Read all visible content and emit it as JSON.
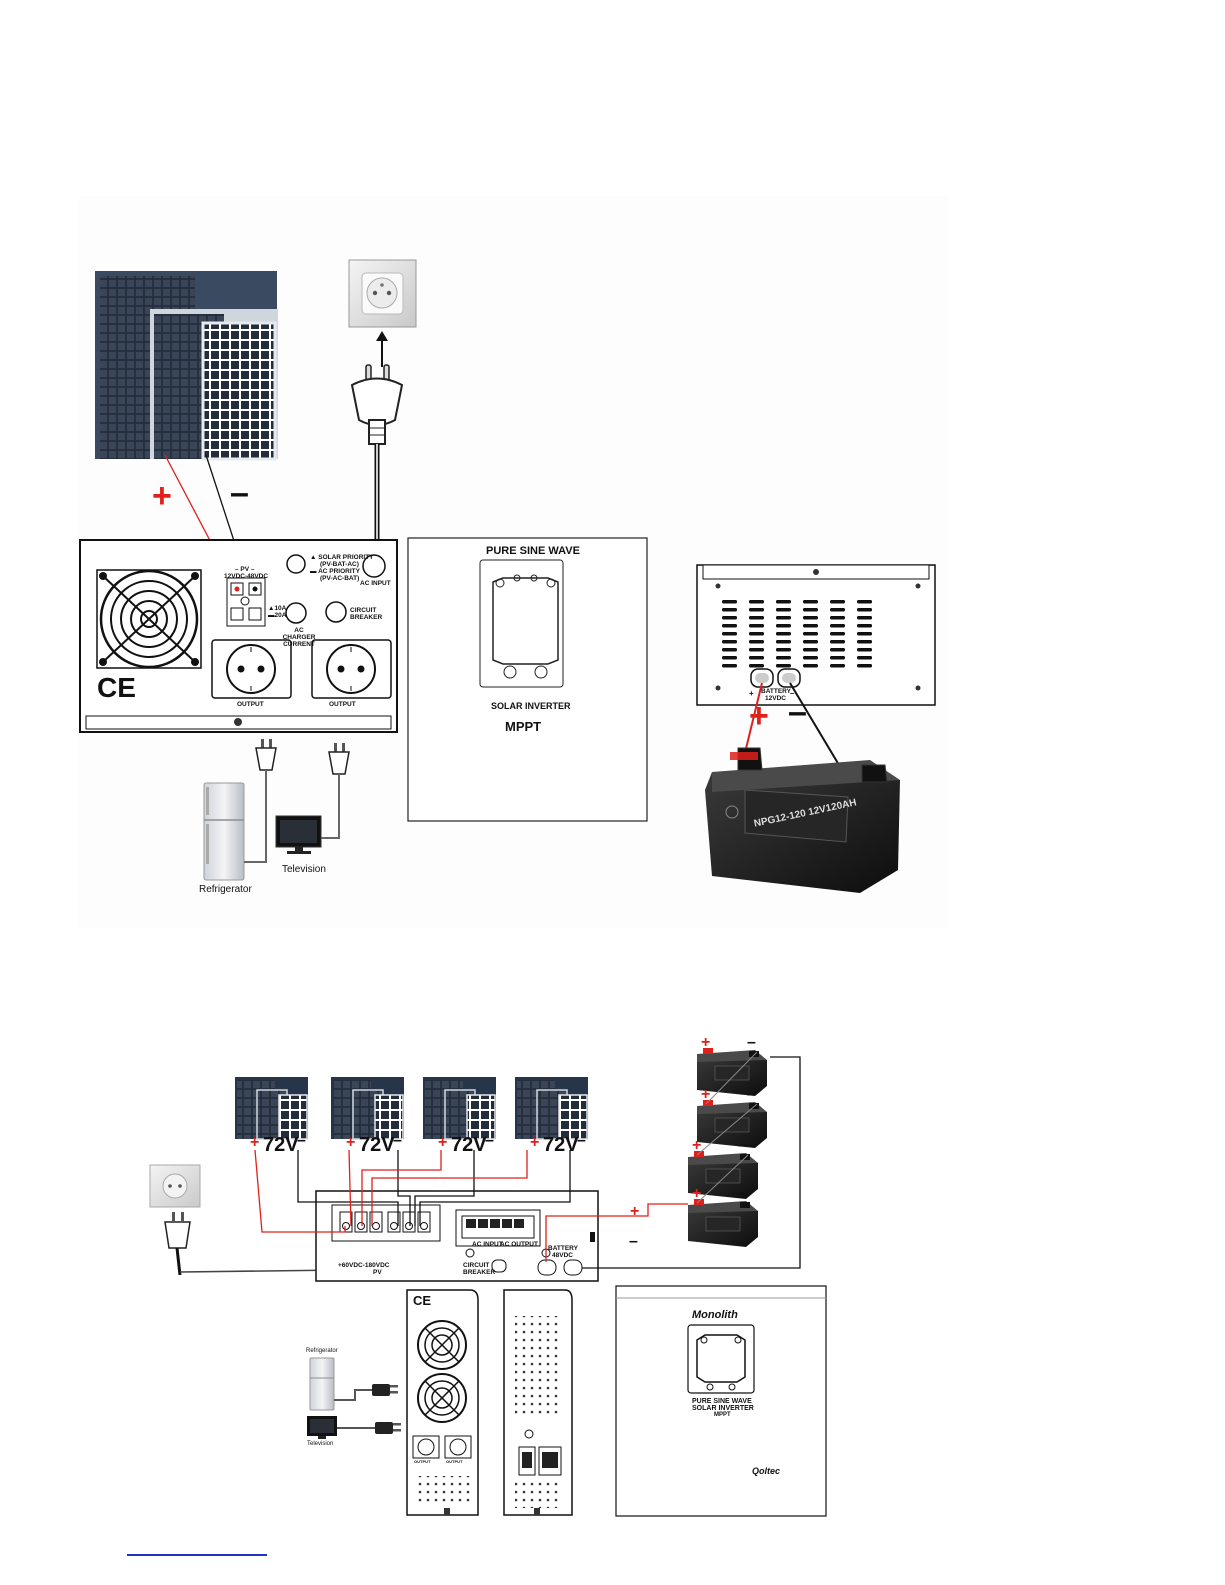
{
  "diagram1": {
    "inverter_panel": {
      "pv_label": "– PV –",
      "pv_range": "12VDC-48VDC",
      "priority_solar": "SOLAR PRIORITY",
      "priority_solar_seq": "(PV-BAT-AC)",
      "priority_ac": "AC PRIORITY",
      "priority_ac_seq": "(PV-AC-BAT)",
      "ac_input": "AC INPUT",
      "charge_10a": "10A",
      "charge_20a": "20A",
      "ac_charger_current": "AC CHARGER CURRENT",
      "circuit_breaker": "CIRCUIT BREAKER",
      "output_left": "OUTPUT",
      "output_right": "OUTPUT",
      "ce_mark": "CE"
    },
    "front_panel": {
      "title": "PURE SINE WAVE",
      "subtitle": "SOLAR INVERTER",
      "model": "MPPT"
    },
    "battery_panel": {
      "battery_label": "BATTERY",
      "battery_voltage": "12VDC",
      "plus": "+",
      "minus": "–"
    },
    "battery_text": "NPG12-120 12V120AH",
    "pv_plus": "+",
    "pv_minus": "–",
    "bat_plus": "+",
    "bat_minus": "–",
    "appliances": {
      "refrigerator": "Refrigerator",
      "television": "Television"
    }
  },
  "diagram2": {
    "panel_groups": [
      {
        "voltage": "72V",
        "plus": "+",
        "minus": "–"
      },
      {
        "voltage": "72V",
        "plus": "+",
        "minus": "–"
      },
      {
        "voltage": "72V",
        "plus": "+",
        "minus": "–"
      },
      {
        "voltage": "72V",
        "plus": "+",
        "minus": "–"
      }
    ],
    "pv_range": "60VDC-180VDC",
    "pv_label": "PV",
    "circuit_breaker": "CIRCUIT BREAKER",
    "ac_input": "AC INPUT",
    "ac_output": "AC OUTPUT",
    "battery_label": "BATTERY",
    "battery_voltage": "48VDC",
    "battery_plus": "+",
    "battery_minus": "–",
    "battery_signs": [
      "+",
      "–"
    ],
    "appliances": {
      "refrigerator": "Refrigerator",
      "television": "Television"
    },
    "front": {
      "brand": "Monolith",
      "title": "PURE SINE WAVE",
      "subtitle": "SOLAR INVERTER",
      "model": "MPPT",
      "maker": "Qoltec"
    },
    "tower_ce": "CE",
    "tower_outputs": [
      "OUTPUT",
      "OUTPUT"
    ]
  },
  "colors": {
    "wire_red": "#e0201a",
    "wire_black": "#111111",
    "panel_dark": "#1e2530",
    "battery_body": "#1a1a1a",
    "link_blue": "#2233cc"
  }
}
